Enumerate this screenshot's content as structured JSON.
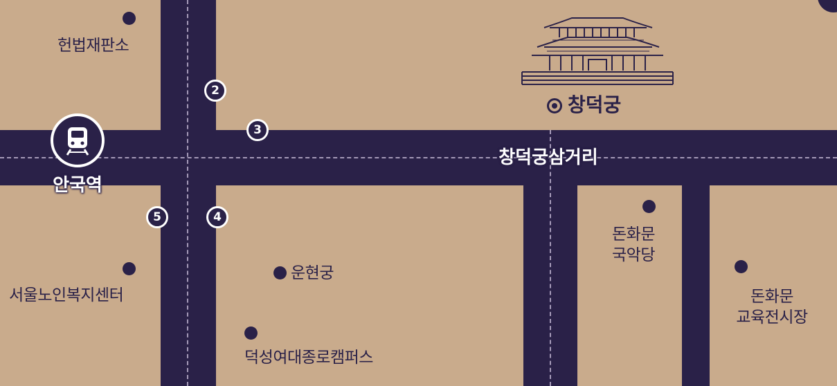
{
  "station": {
    "name": "안국역",
    "icon": "subway-train-icon"
  },
  "intersection": {
    "name": "창덕궁삼거리"
  },
  "palace": {
    "name": "창덕궁",
    "icon": "palace-building-icon"
  },
  "exits": [
    "2",
    "3",
    "4",
    "5"
  ],
  "places": {
    "constitutional_court": "헌법재판소",
    "seoul_senior_center": "서울노인복지센터",
    "unhyeongung": "운현궁",
    "duksung_campus": "덕성여대종로캠퍼스",
    "gugakdang_line1": "돈화문",
    "gugakdang_line2": "국악당",
    "market_line1": "돈화문",
    "market_line2": "교육전시장"
  },
  "colors": {
    "background": "#c9ab8c",
    "road": "#2a2148",
    "label": "#2a2148",
    "highlight_text": "#ffffff"
  }
}
